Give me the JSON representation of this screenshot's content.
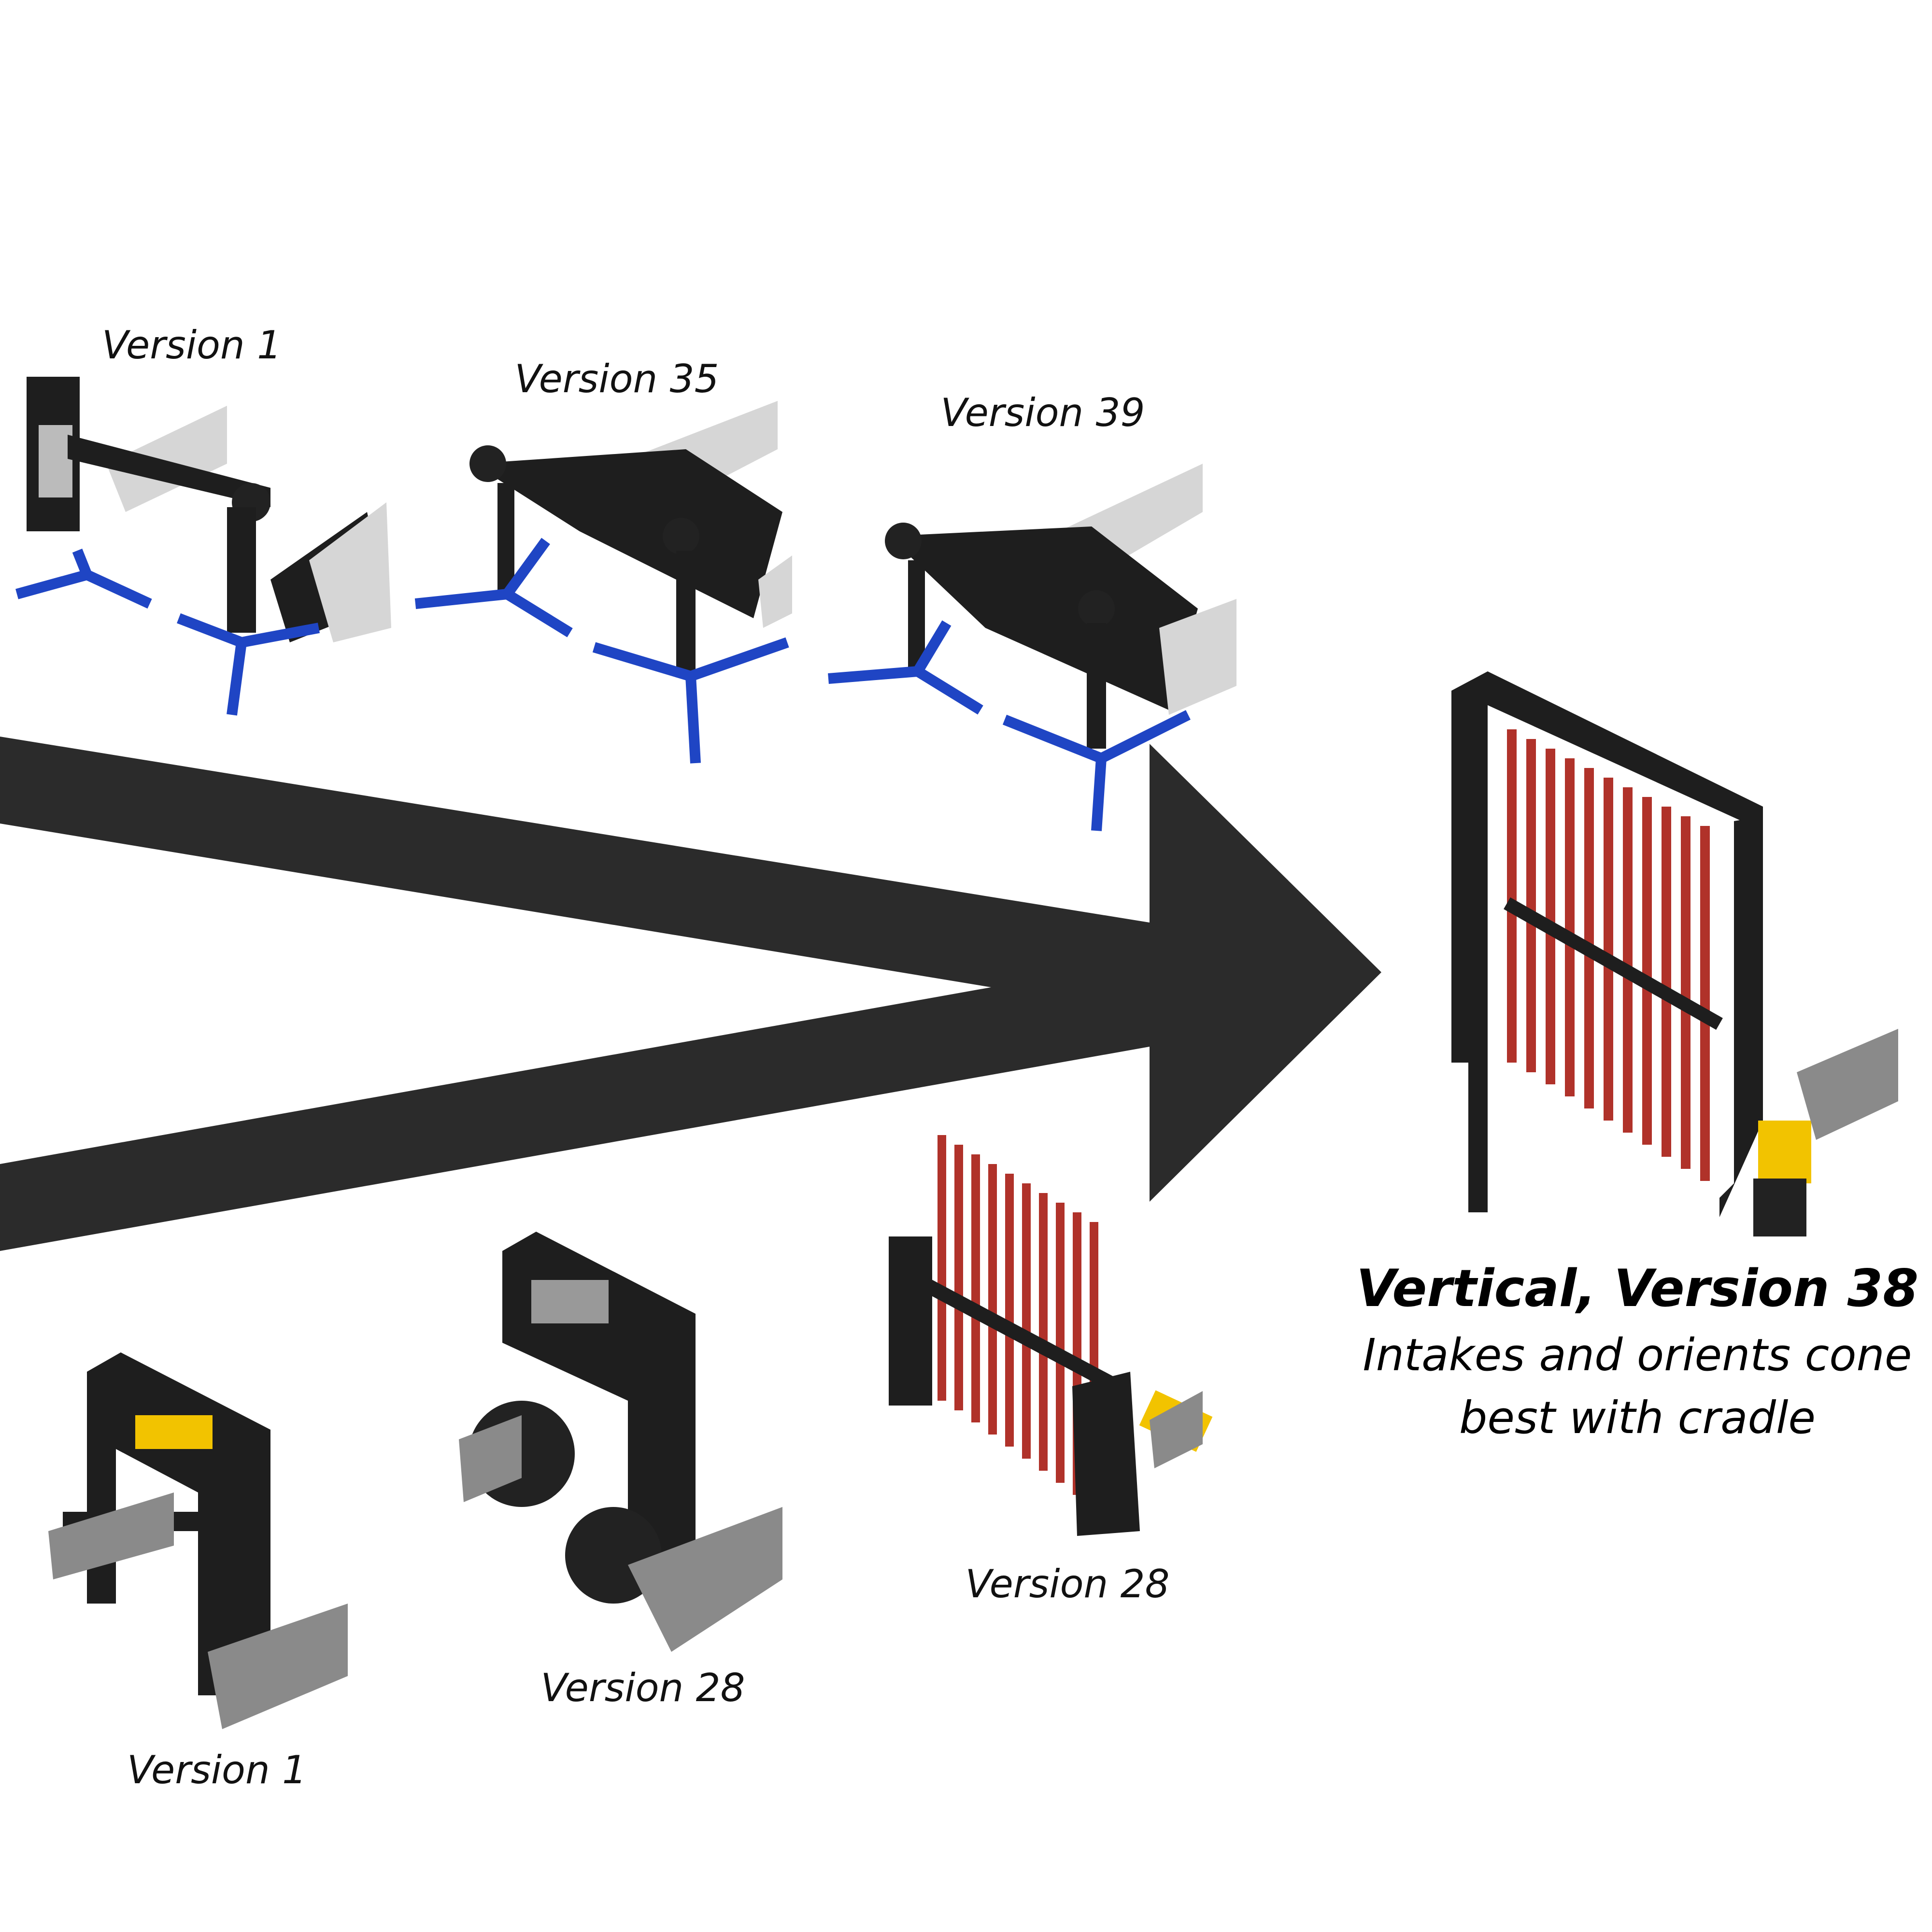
{
  "colors": {
    "arrow": "#2b2b2b",
    "frame": "#1e1e1e",
    "blue_spokes": "#1f45c4",
    "red_rollers": "#b0322a",
    "aluminum": "#d4d4d4",
    "motor_yellow": "#f2c300"
  },
  "top_row": {
    "labels": [
      "Version 1",
      "Version 35",
      "Version 39"
    ]
  },
  "bottom_row": {
    "labels": [
      "Version 1",
      "Version 28",
      "Version 28"
    ]
  },
  "final": {
    "title": "Vertical, Version 38",
    "subtitle_line1": "Intakes and orients cone",
    "subtitle_line2": "best with cradle"
  }
}
